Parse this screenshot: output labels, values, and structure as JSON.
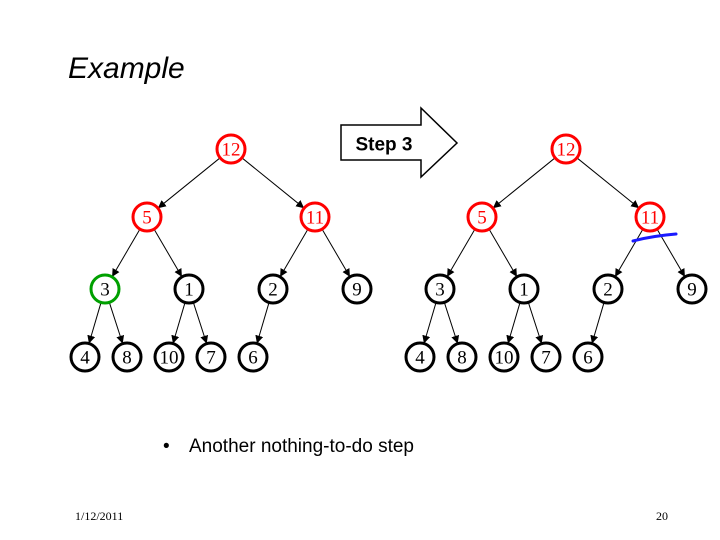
{
  "title": "Example",
  "step_arrow": {
    "label": "Step 3"
  },
  "colors": {
    "highlight": "#ff0000",
    "current": "#00a000",
    "normal": "#000000",
    "annotation": "#1a1aff"
  },
  "trees": [
    {
      "name": "before",
      "nodes": [
        "12",
        "5",
        "11",
        "3",
        "1",
        "2",
        "9",
        "4",
        "8",
        "10",
        "7",
        "6"
      ],
      "styles": [
        "highlight",
        "highlight",
        "highlight",
        "current",
        "normal",
        "normal",
        "normal",
        "normal",
        "normal",
        "normal",
        "normal",
        "normal"
      ]
    },
    {
      "name": "after",
      "nodes": [
        "12",
        "5",
        "11",
        "3",
        "1",
        "2",
        "9",
        "4",
        "8",
        "10",
        "7",
        "6"
      ],
      "styles": [
        "highlight",
        "highlight",
        "highlight",
        "normal",
        "normal",
        "normal",
        "normal",
        "normal",
        "normal",
        "normal",
        "normal",
        "normal"
      ]
    }
  ],
  "bullet": "Another nothing-to-do step",
  "footer": {
    "date": "1/12/2011",
    "page": "20"
  }
}
